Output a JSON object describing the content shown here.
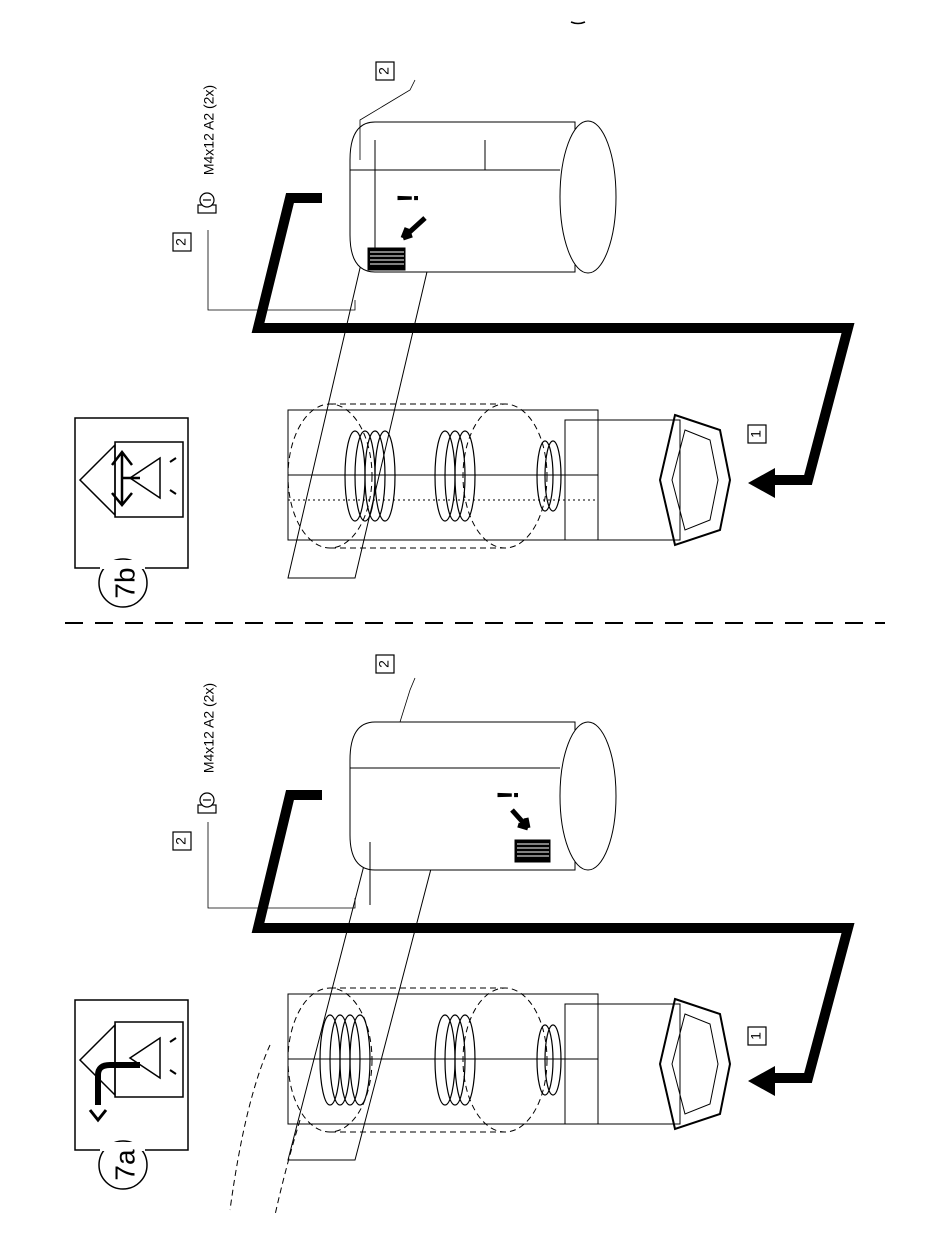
{
  "panel_a": {
    "step": "7a",
    "screw_spec": "M4x12 A2 (2x)",
    "callout_cover": "2",
    "callout_screw": "2",
    "callout_unit": "1",
    "warning_mark": "!"
  },
  "panel_b": {
    "step": "7b",
    "screw_spec": "M4x12 A2 (2x)",
    "callout_cover": "2",
    "callout_screw": "2",
    "callout_unit": "1",
    "warning_mark": "!"
  },
  "colors": {
    "line": "#000000",
    "background": "#ffffff"
  }
}
